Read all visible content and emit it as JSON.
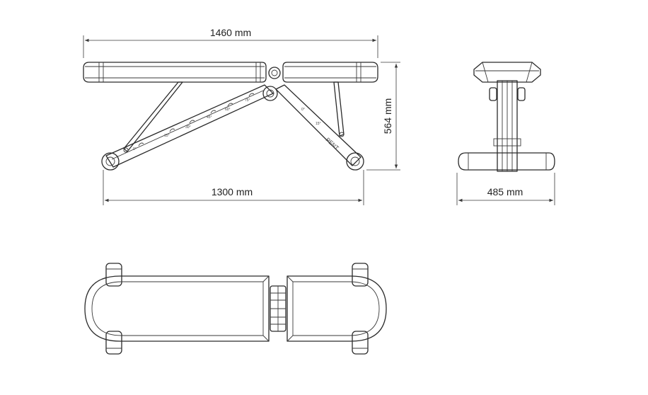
{
  "dimensions": {
    "total_length": "1460 mm",
    "base_length": "1300 mm",
    "height": "564 mm",
    "width": "485 mm"
  },
  "brand_mark": "PENT.",
  "angle_marks": [
    "0°",
    "15°",
    "30°",
    "45°",
    "60°",
    "75°",
    "0°",
    "15°"
  ],
  "colors": {
    "line": "#2a2a2a",
    "background": "#ffffff"
  }
}
